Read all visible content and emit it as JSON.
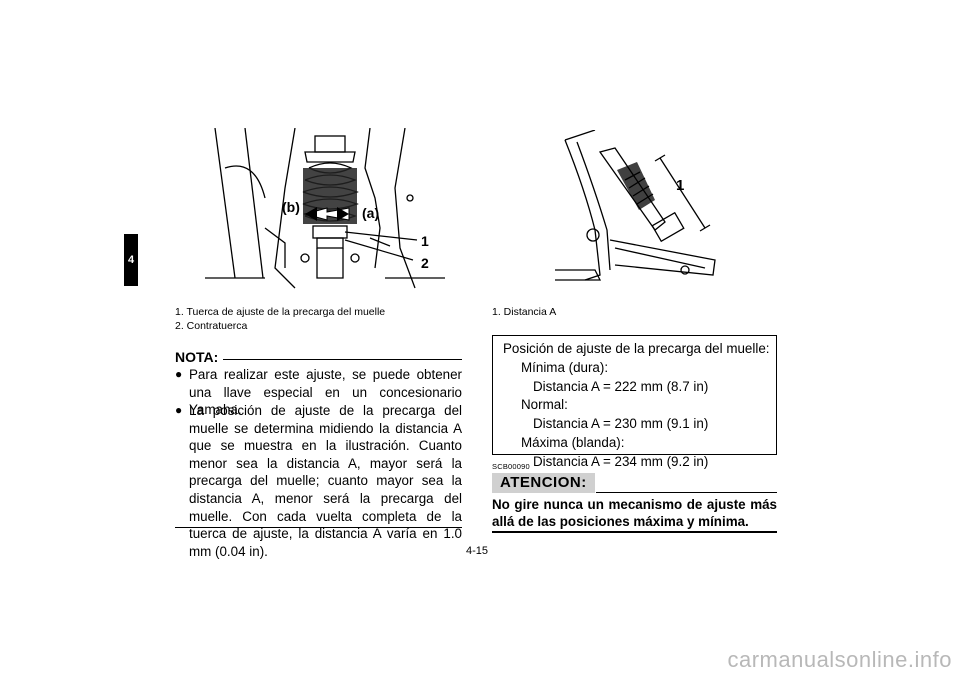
{
  "side_tab": "4",
  "left_figure": {
    "label_b": "(b)",
    "label_a": "(a)",
    "callout_1": "1",
    "callout_2": "2",
    "captions": [
      "1. Tuerca de ajuste de la precarga del muelle",
      "2. Contratuerca"
    ]
  },
  "right_figure": {
    "callout_1": "1",
    "captions": [
      "1. Distancia A"
    ]
  },
  "nota": {
    "heading": "NOTA:",
    "bullets": [
      "Para realizar este ajuste, se puede obtener una llave especial en un concesionario Yamaha.",
      "La posición de ajuste de la precarga del muelle se determina midiendo la distancia A que se muestra en la ilustración. Cuanto menor sea la distancia A, mayor será la precarga del muelle; cuanto mayor sea la distancia A, menor será la precarga del muelle. Con cada vuelta completa de la tuerca de ajuste, la distancia A varía en 1.0 mm (0.04 in)."
    ]
  },
  "spec_box": {
    "title": "Posición de ajuste de la precarga del muelle:",
    "min_label": "Mínima (dura):",
    "min_value": "Distancia A = 222 mm (8.7 in)",
    "normal_label": "Normal:",
    "normal_value": "Distancia A = 230 mm (9.1 in)",
    "max_label": "Máxima (blanda):",
    "max_value": "Distancia A = 234 mm (9.2 in)"
  },
  "caution": {
    "code": "SCB00090",
    "badge": "ATENCION:",
    "text": "No gire nunca un mecanismo de ajuste más allá de las posiciones máxima y mínima."
  },
  "page_number": "4-15",
  "watermark": "carmanualsonline.info"
}
